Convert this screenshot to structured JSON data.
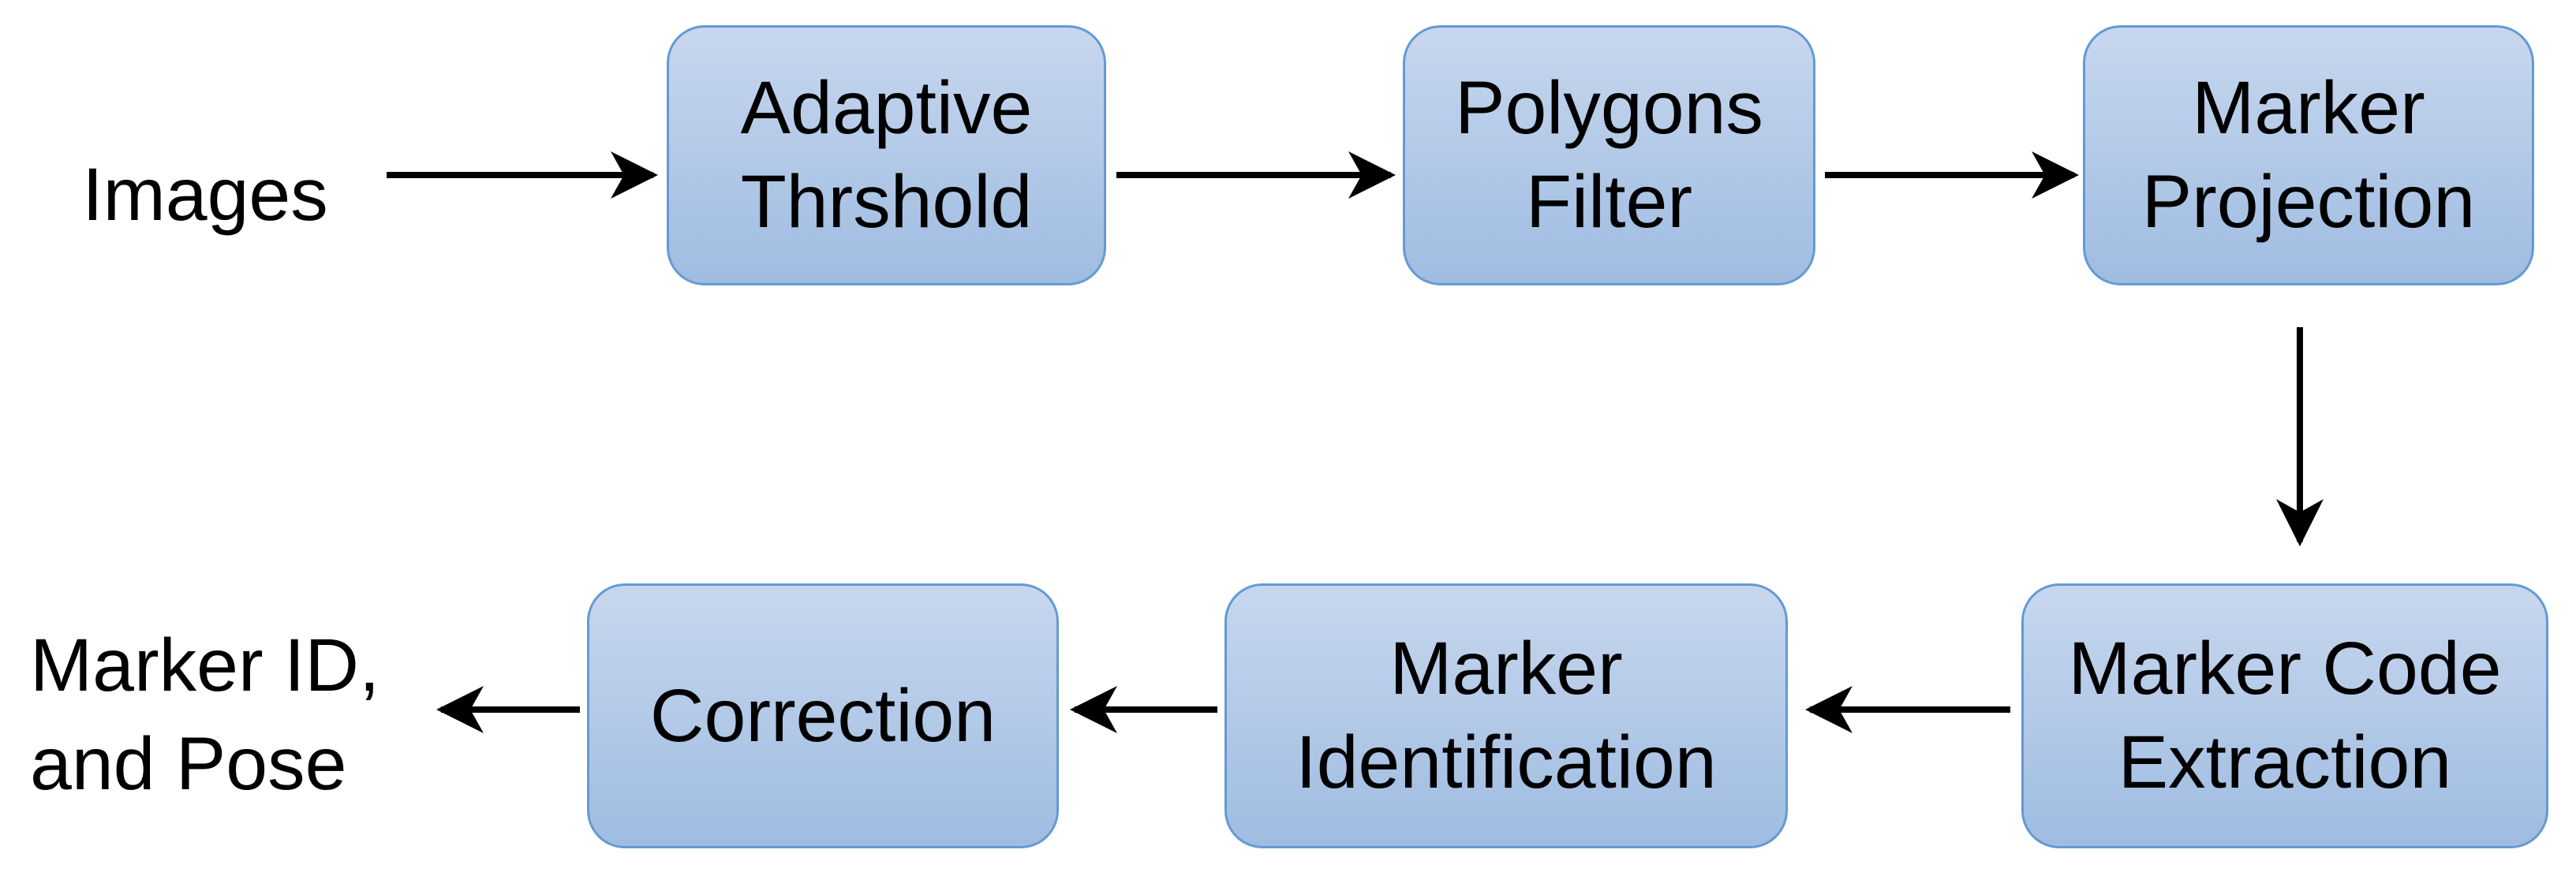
{
  "theme": {
    "background": "#ffffff",
    "box_fill_top": "#c7d7ee",
    "box_fill_bottom": "#9fbce1",
    "box_border": "#649ad2",
    "arrow_color": "#000000",
    "text_color": "#000000"
  },
  "diagram": {
    "type": "flowchart",
    "nodes": {
      "images": {
        "label": "Images",
        "shape": "text"
      },
      "adaptive_thrshold": {
        "label": "Adaptive\nThrshold",
        "shape": "rounded-box"
      },
      "polygons_filter": {
        "label": "Polygons\nFilter",
        "shape": "rounded-box"
      },
      "marker_projection": {
        "label": "Marker\nProjection",
        "shape": "rounded-box"
      },
      "marker_code_extraction": {
        "label": "Marker Code\nExtraction",
        "shape": "rounded-box"
      },
      "marker_identification": {
        "label": "Marker\nIdentification",
        "shape": "rounded-box"
      },
      "correction": {
        "label": "Correction",
        "shape": "rounded-box"
      },
      "output": {
        "label": "Marker ID,\nand Pose",
        "shape": "text"
      }
    },
    "edges": [
      {
        "from": "images",
        "to": "adaptive_thrshold",
        "direction": "right"
      },
      {
        "from": "adaptive_thrshold",
        "to": "polygons_filter",
        "direction": "right"
      },
      {
        "from": "polygons_filter",
        "to": "marker_projection",
        "direction": "right"
      },
      {
        "from": "marker_projection",
        "to": "marker_code_extraction",
        "direction": "down"
      },
      {
        "from": "marker_code_extraction",
        "to": "marker_identification",
        "direction": "left"
      },
      {
        "from": "marker_identification",
        "to": "correction",
        "direction": "left"
      },
      {
        "from": "correction",
        "to": "output",
        "direction": "left"
      }
    ]
  }
}
